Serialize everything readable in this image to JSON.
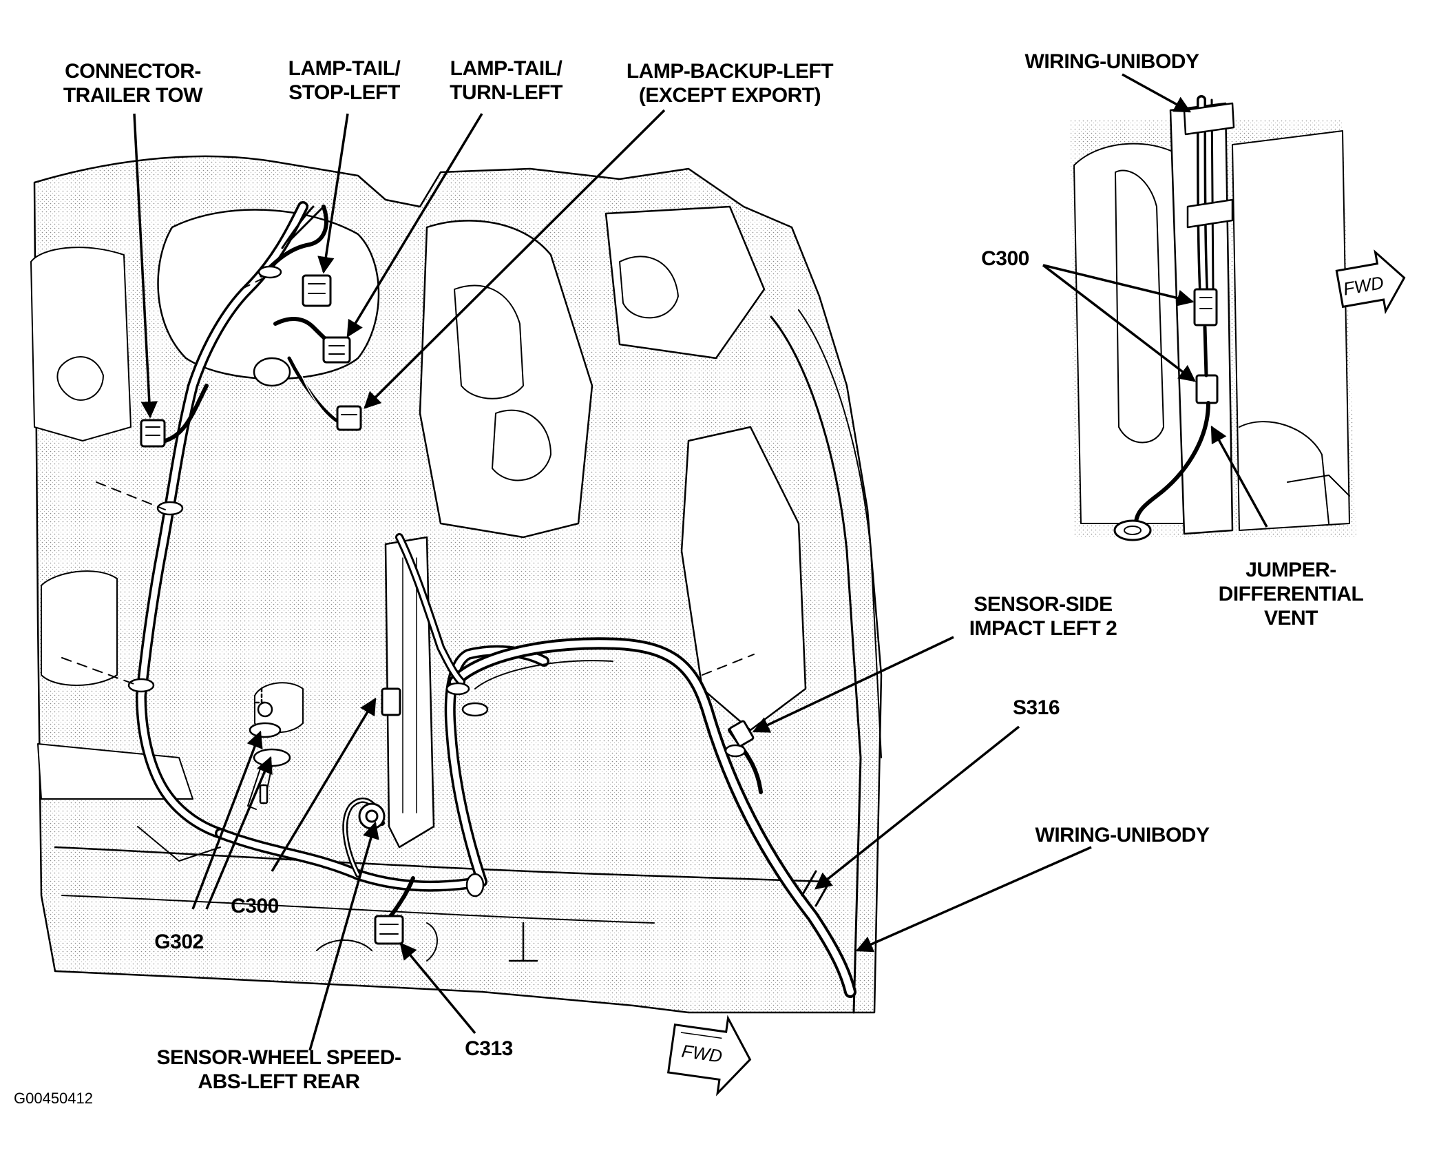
{
  "callouts": {
    "connector_trailer_tow": [
      "CONNECTOR-",
      "TRAILER TOW"
    ],
    "lamp_tail_stop_left": [
      "LAMP-TAIL/",
      "STOP-LEFT"
    ],
    "lamp_tail_turn_left": [
      "LAMP-TAIL/",
      "TURN-LEFT"
    ],
    "lamp_backup_left": [
      "LAMP-BACKUP-LEFT",
      "(EXCEPT EXPORT)"
    ],
    "wiring_unibody_top": [
      "WIRING-UNIBODY"
    ],
    "c300_top": [
      "C300"
    ],
    "jumper_differential_vent": [
      "JUMPER-",
      "DIFFERENTIAL",
      "VENT"
    ],
    "sensor_side_impact_left_2": [
      "SENSOR-SIDE",
      "IMPACT LEFT 2"
    ],
    "s316": [
      "S316"
    ],
    "wiring_unibody_bottom": [
      "WIRING-UNIBODY"
    ],
    "c300_bottom": [
      "C300"
    ],
    "g302": [
      "G302"
    ],
    "sensor_wheel_speed": [
      "SENSOR-WHEEL SPEED-",
      "ABS-LEFT REAR"
    ],
    "c313": [
      "C313"
    ]
  },
  "fwd_labels": {
    "main": "FWD",
    "inset": "FWD"
  },
  "figure_id": "G00450412",
  "colors": {
    "ink": "#000000",
    "shading": "#9a9a9a",
    "background": "#ffffff"
  }
}
